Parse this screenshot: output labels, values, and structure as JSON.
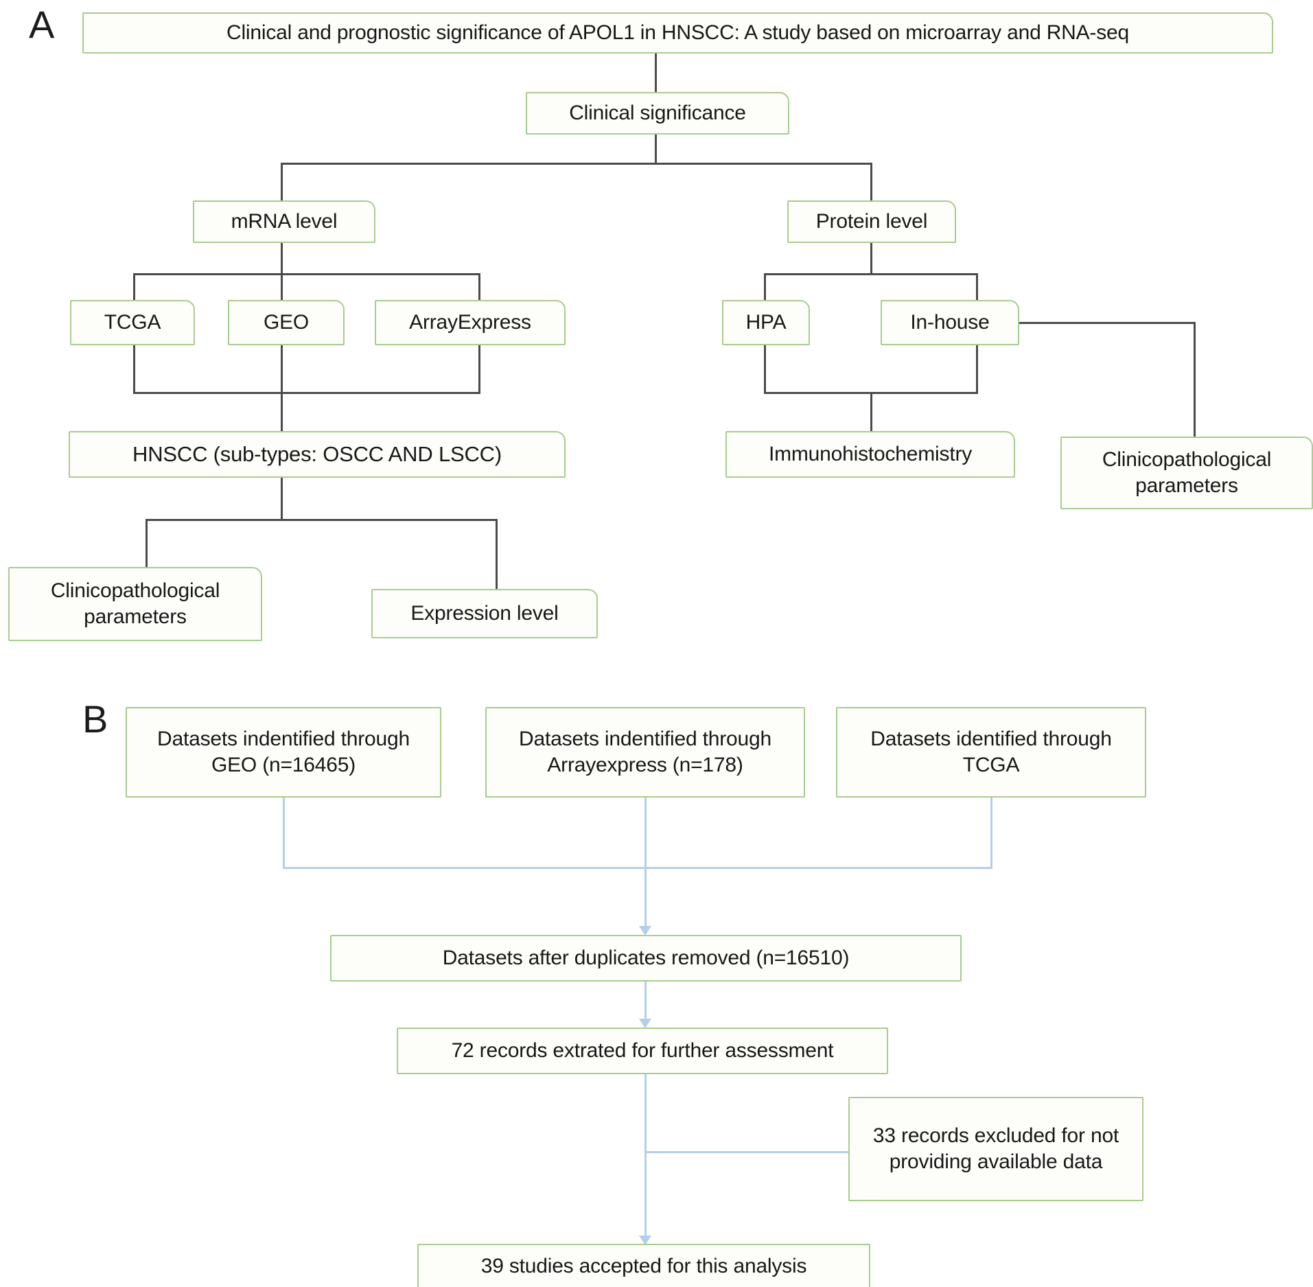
{
  "figure": {
    "panels": [
      {
        "letter": "A",
        "nodes": {
          "title": "Clinical and prognostic significance of APOL1 in HNSCC: A study based on microarray and RNA-seq",
          "clinical_significance": "Clinical significance",
          "mrna_level": "mRNA level",
          "protein_level": "Protein level",
          "tcga": "TCGA",
          "geo": "GEO",
          "arrayexpress": "ArrayExpress",
          "hpa": "HPA",
          "in_house": "In-house",
          "hnscc": "HNSCC (sub-types: OSCC AND LSCC)",
          "immunohistochemistry": "Immunohistochemistry",
          "clinicopath_right": "Clinicopathological parameters",
          "clinicopath_left": "Clinicopathological parameters",
          "expression_level": "Expression level"
        }
      },
      {
        "letter": "B",
        "nodes": {
          "geo_datasets": "Datasets indentified through GEO (n=16465)",
          "arrayexpress_datasets": "Datasets indentified through Arrayexpress (n=178)",
          "tcga_datasets": "Datasets identified through TCGA",
          "duplicates_removed": "Datasets after duplicates removed (n=16510)",
          "records_extracted": "72 records extrated for further assessment",
          "records_excluded": "33 records excluded for not providing available data",
          "studies_accepted": "39 studies accepted for this analysis"
        }
      }
    ],
    "colors": {
      "box_border": "#a9cc8f",
      "box_fill": "#fdfdfa",
      "connector_panel_a": "#4a4a4a",
      "connector_panel_b": "#b4cfe8",
      "text": "#171717"
    }
  }
}
